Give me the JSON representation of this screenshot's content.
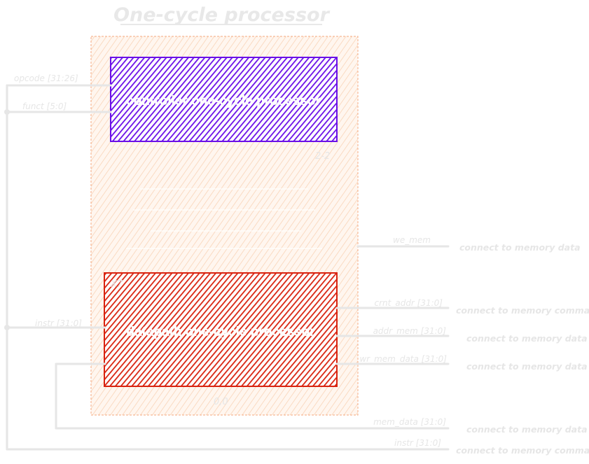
{
  "title": "One-cycle processor",
  "colors": {
    "outer_fill": "#fbdcc5",
    "controller_fill": "#6a0fe8",
    "datapath_fill": "#d9230f",
    "wire": "#e6e6e6",
    "label": "#e6e6e6"
  },
  "controller": {
    "label": "controller one-cycle processor",
    "tag": "2-2"
  },
  "datapath": {
    "label": "datapath one-cycle processor",
    "tag_top": "X7",
    "tag_bottom": "0,0"
  },
  "left_signals": {
    "opcode": "opcode [31:26]",
    "funct": "funct [5:0]",
    "instr": "instr [31:0]"
  },
  "right_signals": {
    "we_mem": "we_mem",
    "crnt_addr": "crnt_addr [31:0]",
    "addr_mem": "addr_mem [31:0]",
    "wr_mem_data": "wr_mem_data [31:0]",
    "mem_data": "mem_data [31:0]",
    "instr": "instr [31:0]"
  },
  "connections": {
    "we_mem": "connect to memory data",
    "crnt_addr": "connect to memory command",
    "addr_mem": "connect to memory data",
    "wr_mem_data": "connect to memory data",
    "mem_data": "connect to memory data",
    "instr": "connect to memory command"
  }
}
